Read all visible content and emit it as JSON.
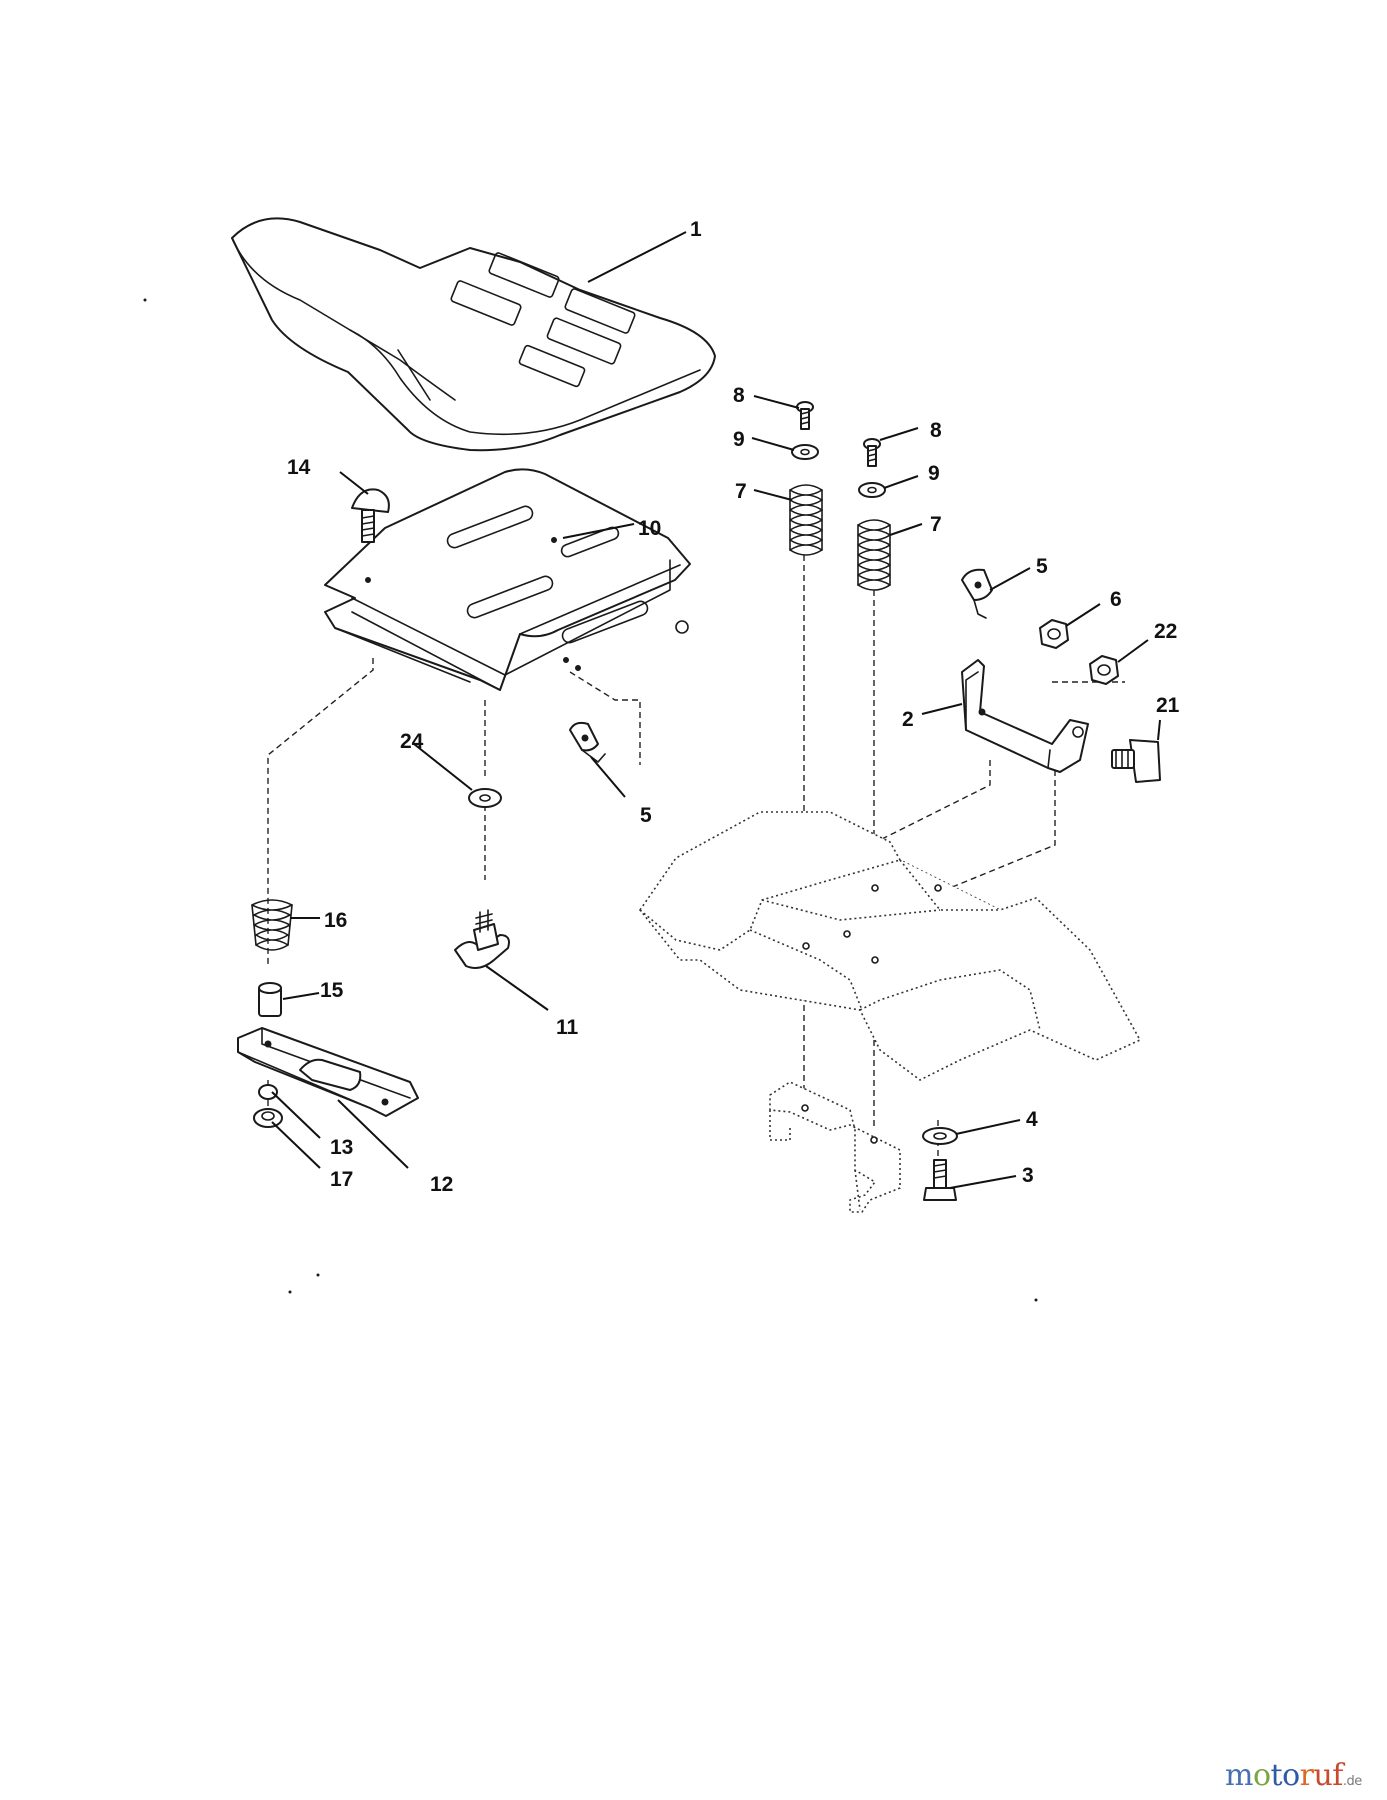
{
  "callouts": [
    {
      "id": "c1",
      "label": "1"
    },
    {
      "id": "c2",
      "label": "2"
    },
    {
      "id": "c3",
      "label": "3"
    },
    {
      "id": "c4",
      "label": "4"
    },
    {
      "id": "c5a",
      "label": "5"
    },
    {
      "id": "c5b",
      "label": "5"
    },
    {
      "id": "c6",
      "label": "6"
    },
    {
      "id": "c7a",
      "label": "7"
    },
    {
      "id": "c7b",
      "label": "7"
    },
    {
      "id": "c8a",
      "label": "8"
    },
    {
      "id": "c8b",
      "label": "8"
    },
    {
      "id": "c9a",
      "label": "9"
    },
    {
      "id": "c9b",
      "label": "9"
    },
    {
      "id": "c10",
      "label": "10"
    },
    {
      "id": "c11",
      "label": "11"
    },
    {
      "id": "c12",
      "label": "12"
    },
    {
      "id": "c13",
      "label": "13"
    },
    {
      "id": "c14",
      "label": "14"
    },
    {
      "id": "c15",
      "label": "15"
    },
    {
      "id": "c16",
      "label": "16"
    },
    {
      "id": "c17",
      "label": "17"
    },
    {
      "id": "c21",
      "label": "21"
    },
    {
      "id": "c22",
      "label": "22"
    },
    {
      "id": "c24",
      "label": "24"
    }
  ],
  "watermark": {
    "parts": [
      "m",
      "o",
      "to",
      "r",
      "uf"
    ],
    "suffix": ".de",
    "colors": [
      "#4a6fb0",
      "#7aa642",
      "#2f5aa6",
      "#d96a2a",
      "#c8492d"
    ]
  }
}
